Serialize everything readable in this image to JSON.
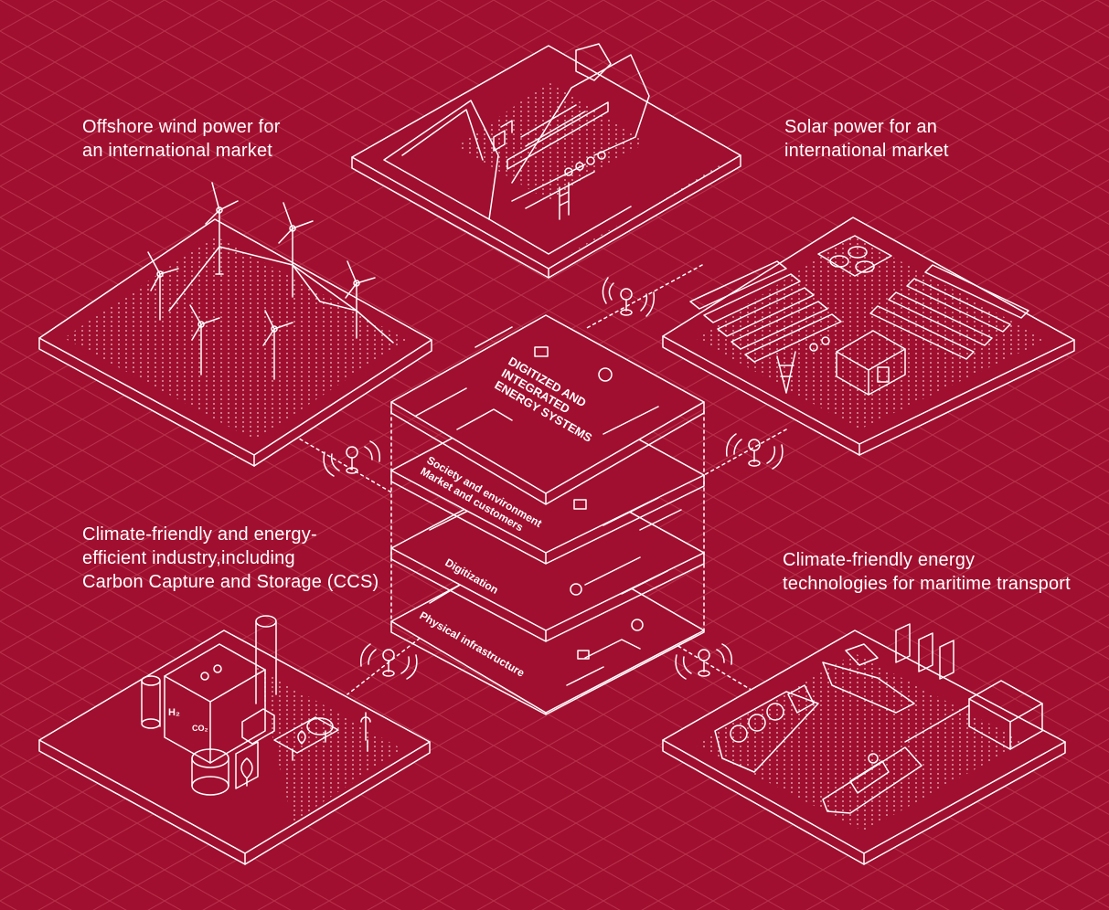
{
  "colors": {
    "background": "#a00f2f",
    "line": "#ffffff"
  },
  "captions": {
    "offshore_wind": [
      "Offshore wind power for",
      "an international market"
    ],
    "solar": [
      "Solar power for an",
      "international market"
    ],
    "industry": [
      "Climate-friendly and energy-",
      "efficient industry,including",
      "Carbon Capture and Storage (CCS)"
    ],
    "maritime": [
      "Climate-friendly energy",
      "technologies for maritime transport"
    ]
  },
  "stack": {
    "top_title": [
      "DIGITIZED AND",
      "INTEGRATED",
      "ENERGY SYSTEMS"
    ],
    "layer2": [
      "Society and environment",
      "Market and customers"
    ],
    "layer3": "Digitization",
    "layer4": "Physical infrastructure"
  },
  "icons": [
    "wind-turbine-icon",
    "solar-panel-icon",
    "hydropower-dam-icon",
    "factory-icon",
    "ship-icon",
    "wireless-signal-icon",
    "leaf-icon"
  ],
  "industry_labels": {
    "h2": "H₂",
    "co2": "CO₂"
  }
}
